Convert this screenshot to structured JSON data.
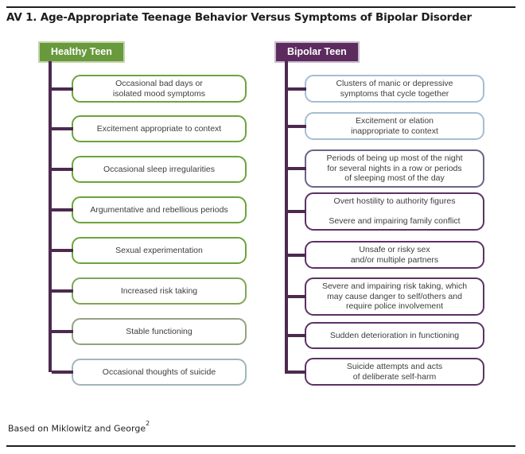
{
  "title": "AV 1. Age-Appropriate Teenage Behavior Versus Symptoms of Bipolar Disorder",
  "footer": {
    "text": "Based on Miklowitz and George",
    "superscript": "2"
  },
  "colors": {
    "connector": "#4C2A4E",
    "healthy_header_bg": "#68993C",
    "healthy_header_border": "#C3D5A9",
    "bipolar_header_bg": "#5C2C5E",
    "bipolar_header_border": "#CBB9CE",
    "box_text": "#3D3D3D",
    "rule": "#1F1F1F"
  },
  "healthy": {
    "header": "Healthy Teen",
    "items": [
      {
        "text": "Occasional bad days or\nisolated mood symptoms",
        "border": "#6CA43A"
      },
      {
        "text": "Excitement appropriate to context",
        "border": "#6CA43A"
      },
      {
        "text": "Occasional sleep irregularities",
        "border": "#6CA43A"
      },
      {
        "text": "Argumentative and rebellious periods",
        "border": "#6CA43A"
      },
      {
        "text": "Sexual experimentation",
        "border": "#6CA43A"
      },
      {
        "text": "Increased risk taking",
        "border": "#7FA559"
      },
      {
        "text": "Stable functioning",
        "border": "#91A383"
      },
      {
        "text": "Occasional thoughts of suicide",
        "border": "#A2B5BB"
      }
    ]
  },
  "bipolar": {
    "header": "Bipolar Teen",
    "items": [
      {
        "text": "Clusters of manic or depressive\nsymptoms that cycle together",
        "border": "#A6BDD3"
      },
      {
        "text": "Excitement or elation\ninappropriate to context",
        "border": "#A6BDD3"
      },
      {
        "text": "Periods of being up most of the night\nfor several nights in a row or periods\nof sleeping most of the day",
        "border": "#6C6288"
      },
      {
        "text": "Overt hostility to authority figures\n\nSevere and impairing family conflict",
        "border": "#5C3163"
      },
      {
        "text": "Unsafe or risky sex\nand/or multiple partners",
        "border": "#5C3163"
      },
      {
        "text": "Severe and impairing risk taking, which\nmay cause danger to self/others and\nrequire police involvement",
        "border": "#5C3163"
      },
      {
        "text": "Sudden deterioration in functioning",
        "border": "#5C3163"
      },
      {
        "text": "Suicide attempts and acts\nof deliberate self-harm",
        "border": "#5C3163"
      }
    ]
  }
}
